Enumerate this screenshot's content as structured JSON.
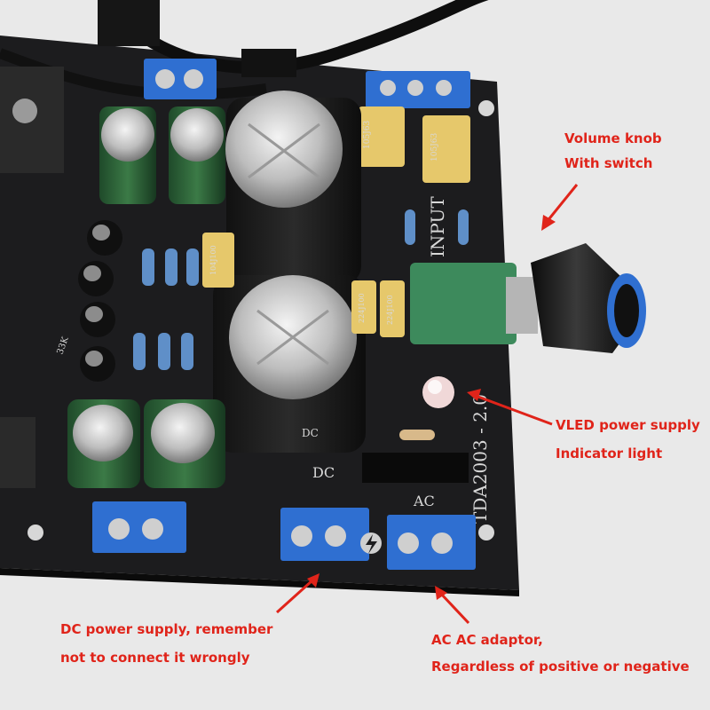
{
  "callouts": {
    "volume": {
      "line1": "Volume knob",
      "line2": "With switch"
    },
    "led": {
      "line1": "VLED power supply",
      "line2": "Indicator light"
    },
    "dc": {
      "line1": "DC power supply, remember",
      "line2": "not to connect it wrongly"
    },
    "ac": {
      "line1": "AC AC adaptor,",
      "line2": "Regardless of positive or negative"
    }
  },
  "board": {
    "model": "TDA2003 - 2.0",
    "input_label": "INPUT",
    "dc_label": "DC",
    "ac_label": "AC",
    "cap_small_1": "104J100",
    "cap_small_2": "224J100",
    "cap_small_3": "224J100",
    "cap_yellow_1": "105J63",
    "cap_yellow_2": "105J63",
    "res_label": "33K"
  },
  "colors": {
    "pcb": "#1c1c1e",
    "terminal": "#2f6fd1",
    "arrow": "#e0241a",
    "background": "#e9e9e9"
  }
}
